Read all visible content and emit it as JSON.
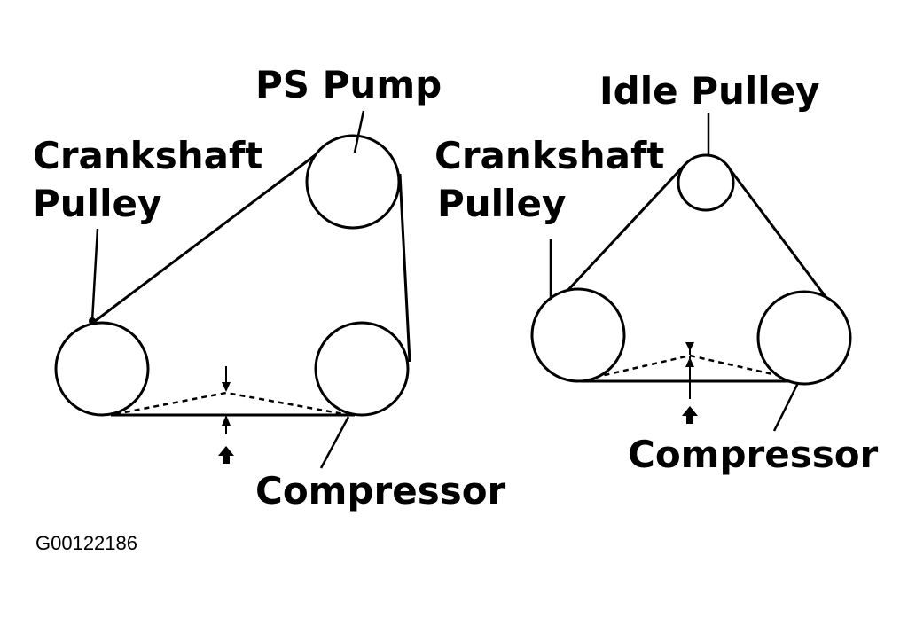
{
  "figure_code": "G00122186",
  "left": {
    "ps_pump_label": "PS Pump",
    "crankshaft_label_line1": "Crankshaft",
    "crankshaft_label_line2": "Pulley",
    "compressor_label": "Compressor"
  },
  "right": {
    "idle_pulley_label": "Idle Pulley",
    "crankshaft_label_line1": "Crankshaft",
    "crankshaft_label_line2": "Pulley",
    "compressor_label": "Compressor"
  }
}
